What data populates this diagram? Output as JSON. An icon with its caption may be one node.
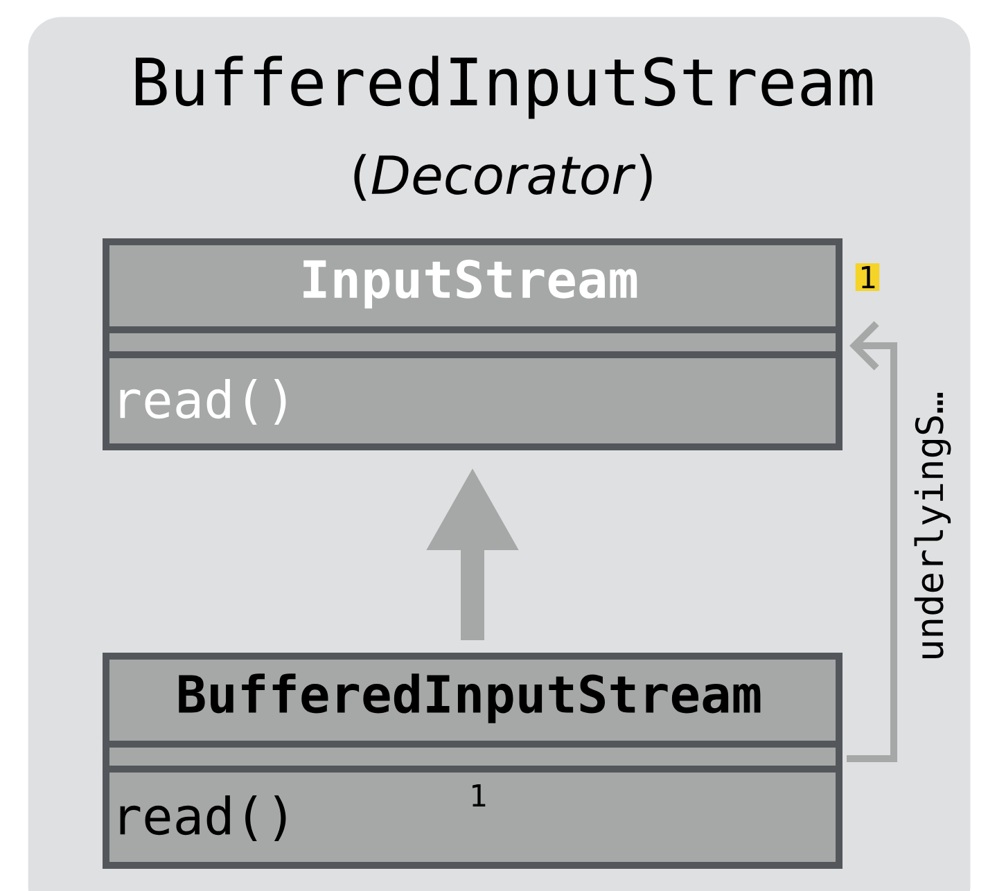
{
  "diagram": {
    "nodes": [
      {
        "text": [
          "BufferedInputStream",
          "(*Decorator*)"
        ]
      },
      {
        "text": [
          "InputStream",
          "read()"
        ],
        "in": 0
      },
      {
        "text": [
          "BufferedInputStream",
          "read()"
        ],
        "in": 0
      }
    ],
    "edges": [
      {
        "from": 2,
        "to": 1,
        "arrow": "to",
        "style": "thick"
      },
      {
        "from": 2,
        "to": 1,
        "arrow": "to",
        "label": "underlyingS…"
      }
    ],
    "labels": [
      "1",
      "1"
    ]
  }
}
